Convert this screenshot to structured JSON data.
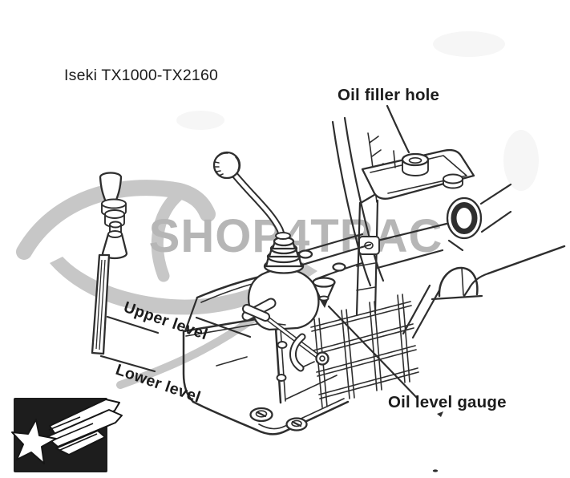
{
  "page": {
    "title": "Iseki TX1000-TX2160"
  },
  "watermark": {
    "text": "SHOP4TRAC"
  },
  "diagram": {
    "labels": {
      "oil_filler_hole": "Oil filler hole",
      "upper_level": "Upper level",
      "lower_level": "Lower level",
      "oil_level_gauge": "Oil level gauge"
    }
  },
  "colors": {
    "ink": "#2e2e2e",
    "paper": "#ffffff",
    "wm-text": "#b6b6b6",
    "wm-swoosh": "#c7c7c7",
    "logo-black": "#1d1d1d",
    "logo-white": "#ffffff",
    "label-ink": "#1c1c1c"
  }
}
